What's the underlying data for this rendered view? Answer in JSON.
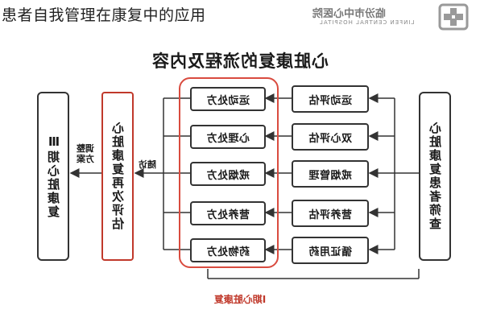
{
  "page": {
    "title": "患者自我管理在康复中的应用",
    "hospital_name": "临汾市中心医院",
    "hospital_en": "LINFEN CENTRAL HOSPITAL"
  },
  "diagram": {
    "title": "心脏康复的流程及内容",
    "left_box": "Ⅲ期心脏康复",
    "reeval_box": "心脏康复再次评估",
    "right_box": "心脏康复患者筛查",
    "adjust_label": "调整方案",
    "followup_label": "随访",
    "evaluations": [
      "运动评估",
      "双心评估",
      "戒烟管理",
      "营养评估",
      "循证用药"
    ],
    "prescriptions": [
      "运动处方",
      "心理处方",
      "戒烟处方",
      "营养处方",
      "药物处方"
    ],
    "footer": "Ⅰ期心脏康复"
  },
  "colors": {
    "accent_red": "#d94b3f",
    "box_border": "#333333"
  },
  "icons": {
    "logo": "hospital-cross-logo"
  }
}
